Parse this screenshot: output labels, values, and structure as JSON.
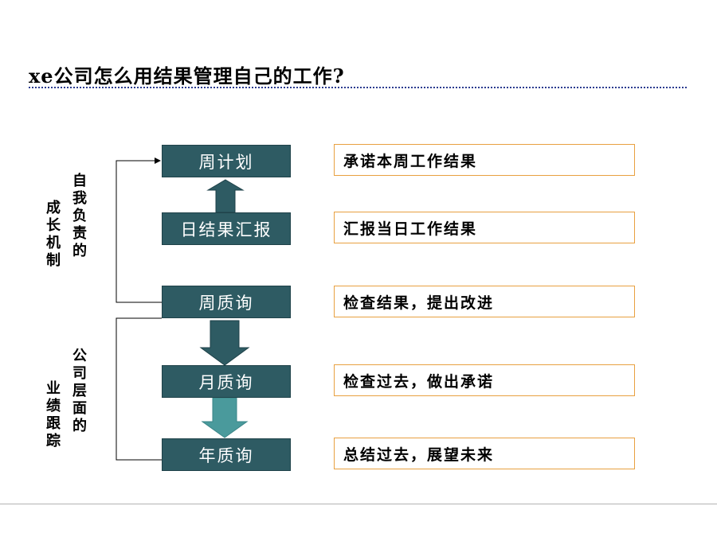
{
  "title": "xe公司怎么用结果管理自己的工作?",
  "steps": [
    {
      "label": "周计划",
      "desc": "承诺本周工作结果"
    },
    {
      "label": "日结果汇报",
      "desc": "汇报当日工作结果"
    },
    {
      "label": "周质询",
      "desc": "检查结果，提出改进"
    },
    {
      "label": "月质询",
      "desc": "检查过去，做出承诺"
    },
    {
      "label": "年质询",
      "desc": "总结过去，展望未来"
    }
  ],
  "group_labels": {
    "self_growth": {
      "col1": "自我负责的",
      "col2": "成长机制"
    },
    "company_tracking": {
      "col1": "公司层面的",
      "col2": "业绩跟踪"
    }
  },
  "colors": {
    "step_fill": "#2e5b63",
    "desc_border": "#e8a040",
    "title_rule": "#2b3b8f",
    "arrow_dark": "#2e5b63",
    "arrow_light": "#4a9a9c"
  }
}
